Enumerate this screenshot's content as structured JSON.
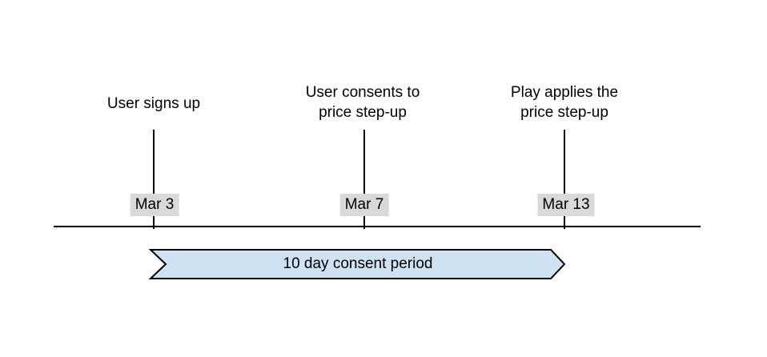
{
  "canvas": {
    "background": "#ffffff",
    "line_color": "#000000",
    "text_color": "#000000"
  },
  "timeline": {
    "date_badge_bg": "#d9d9d9",
    "events": [
      {
        "label": "User signs up",
        "date": "Mar 3"
      },
      {
        "label": "User consents to\nprice step-up",
        "date": "Mar 7"
      },
      {
        "label": "Play applies the\nprice step-up",
        "date": "Mar 13"
      }
    ]
  },
  "consent_banner": {
    "label": "10 day consent period",
    "fill": "#cfe2f3",
    "stroke": "#000000"
  }
}
